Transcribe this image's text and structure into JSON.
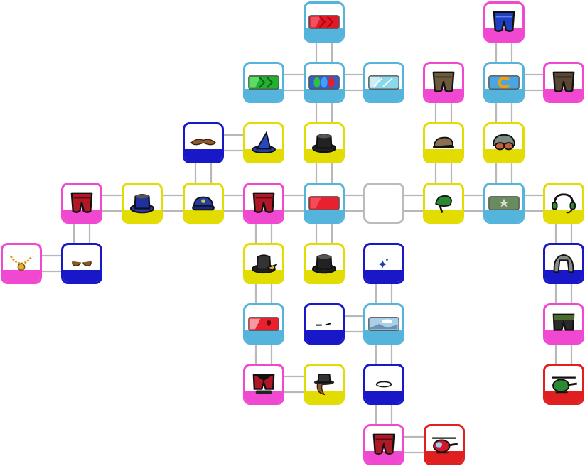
{
  "board": {
    "band_colors": {
      "pink": "#f048d0",
      "blue": "#1818c8",
      "yellow": "#e2dc00",
      "cyan": "#55b4dc",
      "red": "#e02020",
      "gray": "#bbbbbb"
    },
    "nodes": [
      {
        "id": "n01",
        "band": "cyan",
        "icon": "red-gem-visor-icon",
        "label": ""
      },
      {
        "id": "n02",
        "band": "pink",
        "icon": "blue-pants-icon",
        "label": ""
      },
      {
        "id": "n03",
        "band": "cyan",
        "icon": "green-gem-visor-icon",
        "label": ""
      },
      {
        "id": "n04",
        "band": "cyan",
        "icon": "multi-gem-visor-icon",
        "label": ""
      },
      {
        "id": "n05",
        "band": "cyan",
        "icon": "ice-visor-icon",
        "label": ""
      },
      {
        "id": "n06",
        "band": "pink",
        "icon": "camo-pants-icon",
        "label": ""
      },
      {
        "id": "n07",
        "band": "cyan",
        "icon": "gold-c-visor-icon",
        "label": ""
      },
      {
        "id": "n08",
        "band": "pink",
        "icon": "brown-pants-icon",
        "label": ""
      },
      {
        "id": "n09",
        "band": "blue",
        "icon": "mustache-icon",
        "label": ""
      },
      {
        "id": "n10",
        "band": "yellow",
        "icon": "wizard-hat-icon",
        "label": ""
      },
      {
        "id": "n11",
        "band": "yellow",
        "icon": "black-top-hat-icon",
        "label": ""
      },
      {
        "id": "n12",
        "band": "yellow",
        "icon": "army-cap-icon",
        "label": ""
      },
      {
        "id": "n13",
        "band": "yellow",
        "icon": "helmet-goggles-icon",
        "label": ""
      },
      {
        "id": "n14",
        "band": "pink",
        "icon": "red-pants-icon",
        "label": ""
      },
      {
        "id": "n15",
        "band": "yellow",
        "icon": "blue-top-hat-icon",
        "label": ""
      },
      {
        "id": "n16",
        "band": "yellow",
        "icon": "police-cap-icon",
        "label": ""
      },
      {
        "id": "n17",
        "band": "pink",
        "icon": "red-pants-icon",
        "label": ""
      },
      {
        "id": "n18",
        "band": "cyan",
        "icon": "red-visor-icon",
        "label": ""
      },
      {
        "id": "n19",
        "band": "gray",
        "icon": "empty-slot",
        "label": ""
      },
      {
        "id": "n20",
        "band": "yellow",
        "icon": "green-beret-icon",
        "label": ""
      },
      {
        "id": "n21",
        "band": "cyan",
        "icon": "army-star-visor-icon",
        "label": ""
      },
      {
        "id": "n22",
        "band": "yellow",
        "icon": "headset-icon",
        "label": ""
      },
      {
        "id": "n23",
        "band": "pink",
        "icon": "gold-necklace-icon",
        "label": ""
      },
      {
        "id": "n24",
        "band": "blue",
        "icon": "brown-mustache-icon",
        "label": ""
      },
      {
        "id": "n25",
        "band": "yellow",
        "icon": "top-hat-bird-icon",
        "label": ""
      },
      {
        "id": "n26",
        "band": "yellow",
        "icon": "black-top-hat-icon",
        "label": ""
      },
      {
        "id": "n27",
        "band": "blue",
        "icon": "sparkle-icon",
        "label": ""
      },
      {
        "id": "n28",
        "band": "blue",
        "icon": "gray-hair-icon",
        "label": ""
      },
      {
        "id": "n29",
        "band": "cyan",
        "icon": "red-heart-visor-icon",
        "label": ""
      },
      {
        "id": "n30",
        "band": "blue",
        "icon": "eyes-icon",
        "label": ""
      },
      {
        "id": "n31",
        "band": "cyan",
        "icon": "sky-visor-icon",
        "label": ""
      },
      {
        "id": "n32",
        "band": "pink",
        "icon": "camo-shorts-icon",
        "label": ""
      },
      {
        "id": "n33",
        "band": "pink",
        "icon": "red-black-shorts-icon",
        "label": ""
      },
      {
        "id": "n34",
        "band": "yellow",
        "icon": "top-hat-hair-icon",
        "label": ""
      },
      {
        "id": "n35",
        "band": "blue",
        "icon": "halo-icon",
        "label": ""
      },
      {
        "id": "n36",
        "band": "red",
        "icon": "green-helicopter-icon",
        "label": ""
      },
      {
        "id": "n37",
        "band": "pink",
        "icon": "red-pants-icon",
        "label": ""
      },
      {
        "id": "n38",
        "band": "red",
        "icon": "red-helicopter-icon",
        "label": ""
      }
    ]
  }
}
